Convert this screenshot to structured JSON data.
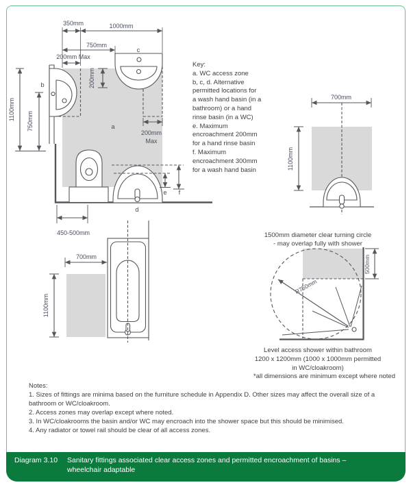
{
  "labels": {
    "main": {
      "dim_350": "350mm",
      "dim_1000": "1000mm",
      "dim_750_top": "750mm",
      "dim_200_max_top": "200mm Max",
      "dim_200_vert": "200mm",
      "dim_1100_left": "1100mm",
      "dim_750_left": "750mm",
      "dim_200_line1": "200mm",
      "dim_200_line2": "Max",
      "dim_450_500": "450-500mm",
      "zone_a": "a",
      "basin_b": "b",
      "basin_c": "c",
      "basin_d": "d",
      "enc_e": "e",
      "enc_f": "f"
    },
    "right_basin": {
      "dim_700": "700mm",
      "dim_1100": "1100mm"
    },
    "bath": {
      "dim_700": "700mm",
      "dim_1100": "1100mm"
    },
    "shower": {
      "title_line1": "1500mm diameter clear turning circle",
      "title_line2": "- may overlap fully with shower",
      "radius": "R750mm",
      "dim_500": "500mm",
      "caption_line1": "Level access shower within bathroom",
      "caption_line2": "1200 x 1200mm (1000 x 1000mm permitted",
      "caption_line3": "in WC/cloakroom)"
    }
  },
  "key": {
    "heading": "Key:",
    "lines": [
      "a. WC access zone",
      "b, c, d. Alternative",
      "permitted locations for",
      "a wash hand basin (in a",
      "bathroom) or a hand",
      "rinse basin (in a WC)",
      "e. Maximum",
      "encroachment 200mm",
      "for a hand rinse basin",
      "f. Maximum",
      "encroachment 300mm",
      "for a wash hand basin"
    ]
  },
  "footnote": "*all dimensions are minimum except where noted",
  "notes": {
    "heading": "Notes:",
    "items": [
      "1. Sizes of fittings are minima based on the furniture schedule in Appendix D. Other sizes may affect the overall size of a bathroom or WC/cloakroom.",
      "2. Access zones may overlap except where noted.",
      "3. In WC/cloakrooms the basin and/or WC may encroach into the shower space but this should be minimised.",
      "4. Any radiator or towel rail should be clear of all access zones."
    ]
  },
  "banner": {
    "label": "Diagram 3.10",
    "title_line1": "Sanitary fittings associated clear access zones and permitted encroachment of basins –",
    "title_line2": "wheelchair adaptable"
  },
  "colors": {
    "banner_green": "#0a7b3c",
    "frame_green": "#6cc08f",
    "zone_gray": "#d9d9d9",
    "line": "#54565c"
  }
}
